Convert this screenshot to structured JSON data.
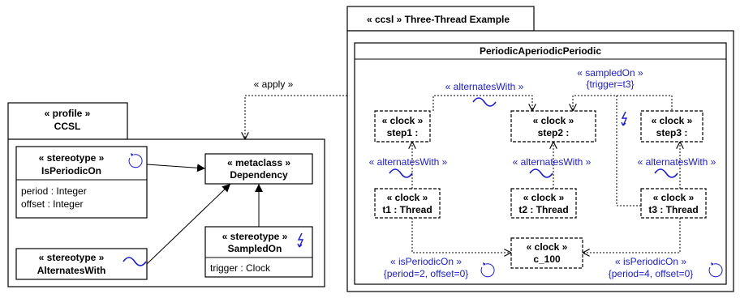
{
  "colors": {
    "stereotype_blue": "#1a1adb",
    "border": "#000000"
  },
  "apply_label": "« apply »",
  "profile": {
    "stereotype": "« profile »",
    "name": "CCSL",
    "is_periodic_on": {
      "stereotype": "« stereotype »",
      "name": "IsPeriodicOn",
      "attributes": [
        "period : Integer",
        "offset : Integer"
      ],
      "icon": "cycle-icon"
    },
    "alternates_with": {
      "stereotype": "« stereotype »",
      "name": "AlternatesWith",
      "icon": "wave-icon"
    },
    "sampled_on": {
      "stereotype": "« stereotype »",
      "name": "SampledOn",
      "attributes": [
        "trigger : Clock"
      ],
      "icon": "lightning-icon"
    },
    "dependency": {
      "stereotype": "« metaclass »",
      "name": "Dependency"
    }
  },
  "example": {
    "header": "« ccsl » Three-Thread Example",
    "diagram_title": "PeriodicAperiodicPeriodic",
    "clock_stereotype": "« clock »",
    "clocks": {
      "step1": "step1 :",
      "step2": "step2 :",
      "step3": "step3 :",
      "t1": "t1 : Thread",
      "t2": "t2 : Thread",
      "t3": "t3 : Thread",
      "c100": "c_100"
    },
    "relations": {
      "alt_top": "« alternatesWith »",
      "sampled_on": "« sampledOn »",
      "sampled_on_param": "{trigger=t3}",
      "alt_left": "« alternatesWith »",
      "alt_mid": "« alternatesWith »",
      "alt_right": "« alternatesWith »",
      "periodic_left": "« isPeriodicOn »",
      "periodic_left_param": "{period=2, offset=0}",
      "periodic_right": "« isPeriodicOn »",
      "periodic_right_param": "{period=4, offset=0}"
    }
  }
}
